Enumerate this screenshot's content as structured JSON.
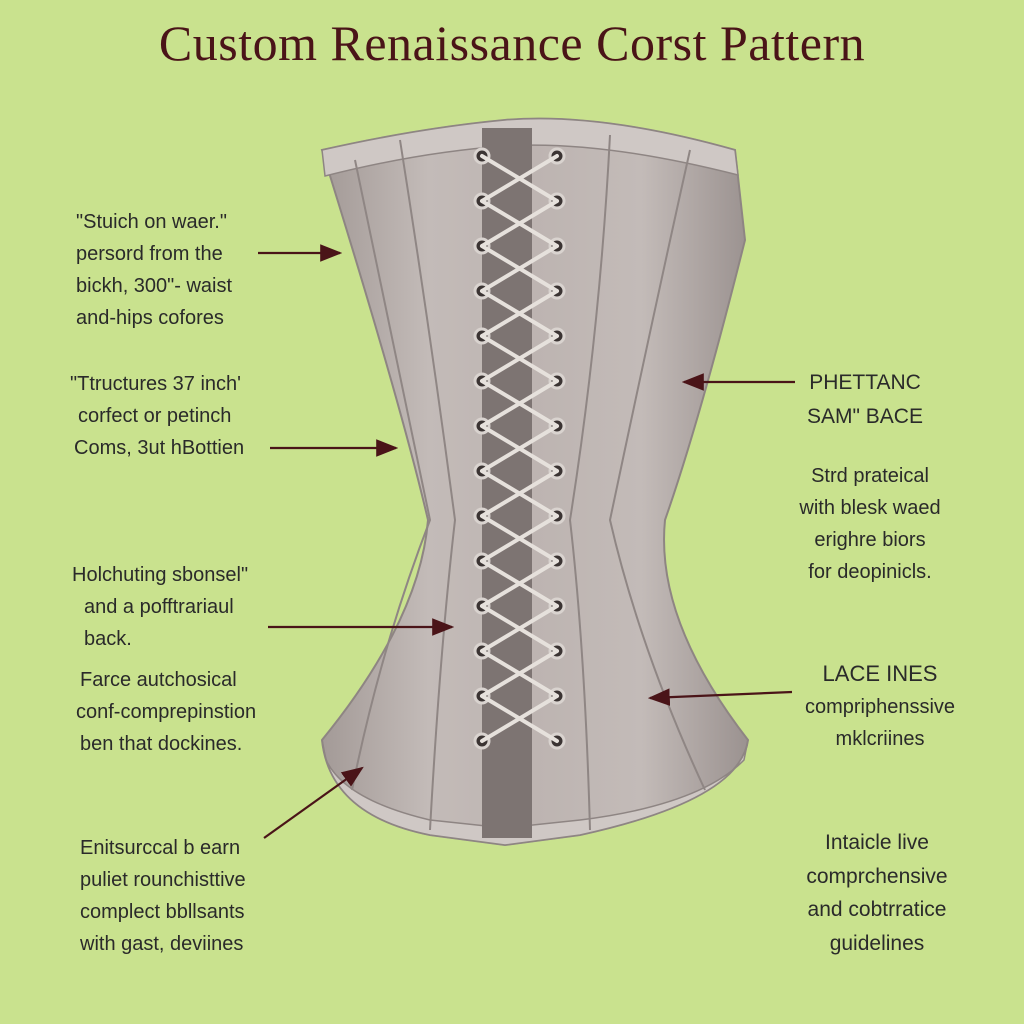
{
  "title": "Custom Renaissance Corst Pattern",
  "colors": {
    "background": "#c9e28e",
    "title": "#4a1418",
    "arrow": "#4a1418",
    "corset_fabric": "#bdb4b1",
    "corset_shadow": "#9e9592",
    "lacing": "#e6e1dc"
  },
  "annotations": {
    "left1": [
      "\"Stuich on waer.\"",
      "persord from the",
      "bickh, 300\"- waist",
      "and-hips cofores"
    ],
    "left2": [
      "\"Ttructures 37 inch'",
      "corfect or petinch",
      "Coms, 3ut hBottien"
    ],
    "left3": [
      "Holchuting sbonsel\"",
      "and a pofftrariaul",
      "back."
    ],
    "left4": [
      "Farce autchosical",
      "conf-comprepinstion",
      "ben that dockines."
    ],
    "left5": [
      "Enitsurccal b earn",
      "puliet rounchisttive",
      "complect bbllsants",
      "with gast, deviines"
    ],
    "right1": [
      "PHETTANC",
      "SAM\" BACE"
    ],
    "right2": [
      "Strd prateical",
      "with blesk waed",
      "erighre biors",
      "for deopinicls."
    ],
    "right3": [
      "LACE INES",
      "compriphenssive",
      "mklcriines"
    ],
    "right4": [
      "Intaicle live",
      "comprchensive",
      "and cobtrratice",
      "guidelines"
    ]
  }
}
